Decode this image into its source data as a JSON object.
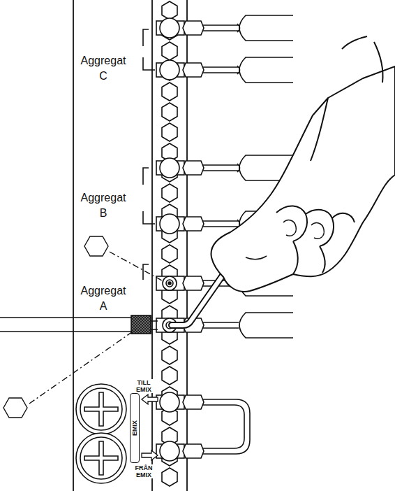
{
  "diagram": {
    "nodes": [
      {
        "text": [
          "EMIX"
        ]
      }
    ],
    "labels": [
      "Aggregat C",
      "Aggregat B",
      "Aggregat A",
      "TILL EMIX",
      "FRÅN EMIX"
    ]
  }
}
